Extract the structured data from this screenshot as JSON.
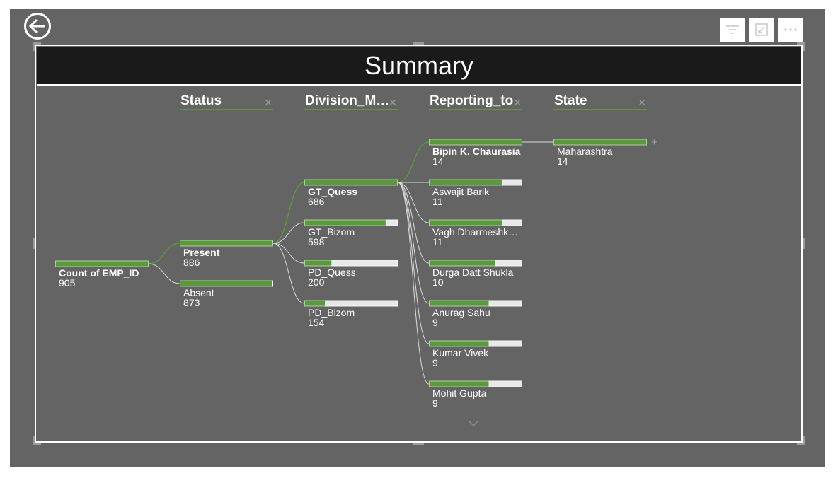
{
  "page": {
    "title": "Summary"
  },
  "columns": [
    {
      "label": "Status"
    },
    {
      "label": "Division_M…"
    },
    {
      "label": "Reporting_to"
    },
    {
      "label": "State"
    }
  ],
  "colors": {
    "bar_fill": "#5a9a3c",
    "bar_track": "#e8e8e8",
    "connector": "#dcdcdc",
    "selected_connector": "#5a9a3c"
  },
  "icons": [
    "back-arrow-icon",
    "filter-icon",
    "focus-mode-icon",
    "more-options-icon",
    "close-icon",
    "expand-plus-icon",
    "scroll-down-chevron-icon"
  ],
  "tree": {
    "root": {
      "label": "Count of EMP_ID",
      "value": 905,
      "fill": 1.0
    },
    "status": [
      {
        "label": "Present",
        "value": 886,
        "fill": 1.0,
        "selected": true
      },
      {
        "label": "Absent",
        "value": 873,
        "fill": 0.985,
        "selected": false
      }
    ],
    "division": [
      {
        "label": "GT_Quess",
        "value": 686,
        "fill": 1.0,
        "selected": true
      },
      {
        "label": "GT_Bizom",
        "value": 598,
        "fill": 0.87,
        "selected": false
      },
      {
        "label": "PD_Quess",
        "value": 200,
        "fill": 0.29,
        "selected": false
      },
      {
        "label": "PD_Bizom",
        "value": 154,
        "fill": 0.22,
        "selected": false
      }
    ],
    "reporting": [
      {
        "label": "Bipin K. Chaurasia",
        "value": 14,
        "fill": 1.0,
        "selected": true
      },
      {
        "label": "Aswajit Barik",
        "value": 11,
        "fill": 0.78,
        "selected": false
      },
      {
        "label": "Vagh Dharmeshk…",
        "value": 11,
        "fill": 0.78,
        "selected": false
      },
      {
        "label": "Durga Datt Shukla",
        "value": 10,
        "fill": 0.71,
        "selected": false
      },
      {
        "label": "Anurag Sahu",
        "value": 9,
        "fill": 0.64,
        "selected": false
      },
      {
        "label": "Kumar Vivek",
        "value": 9,
        "fill": 0.64,
        "selected": false
      },
      {
        "label": "Mohit Gupta",
        "value": 9,
        "fill": 0.64,
        "selected": false
      }
    ],
    "state": [
      {
        "label": "Maharashtra",
        "value": 14,
        "fill": 1.0,
        "selected": false
      }
    ]
  }
}
